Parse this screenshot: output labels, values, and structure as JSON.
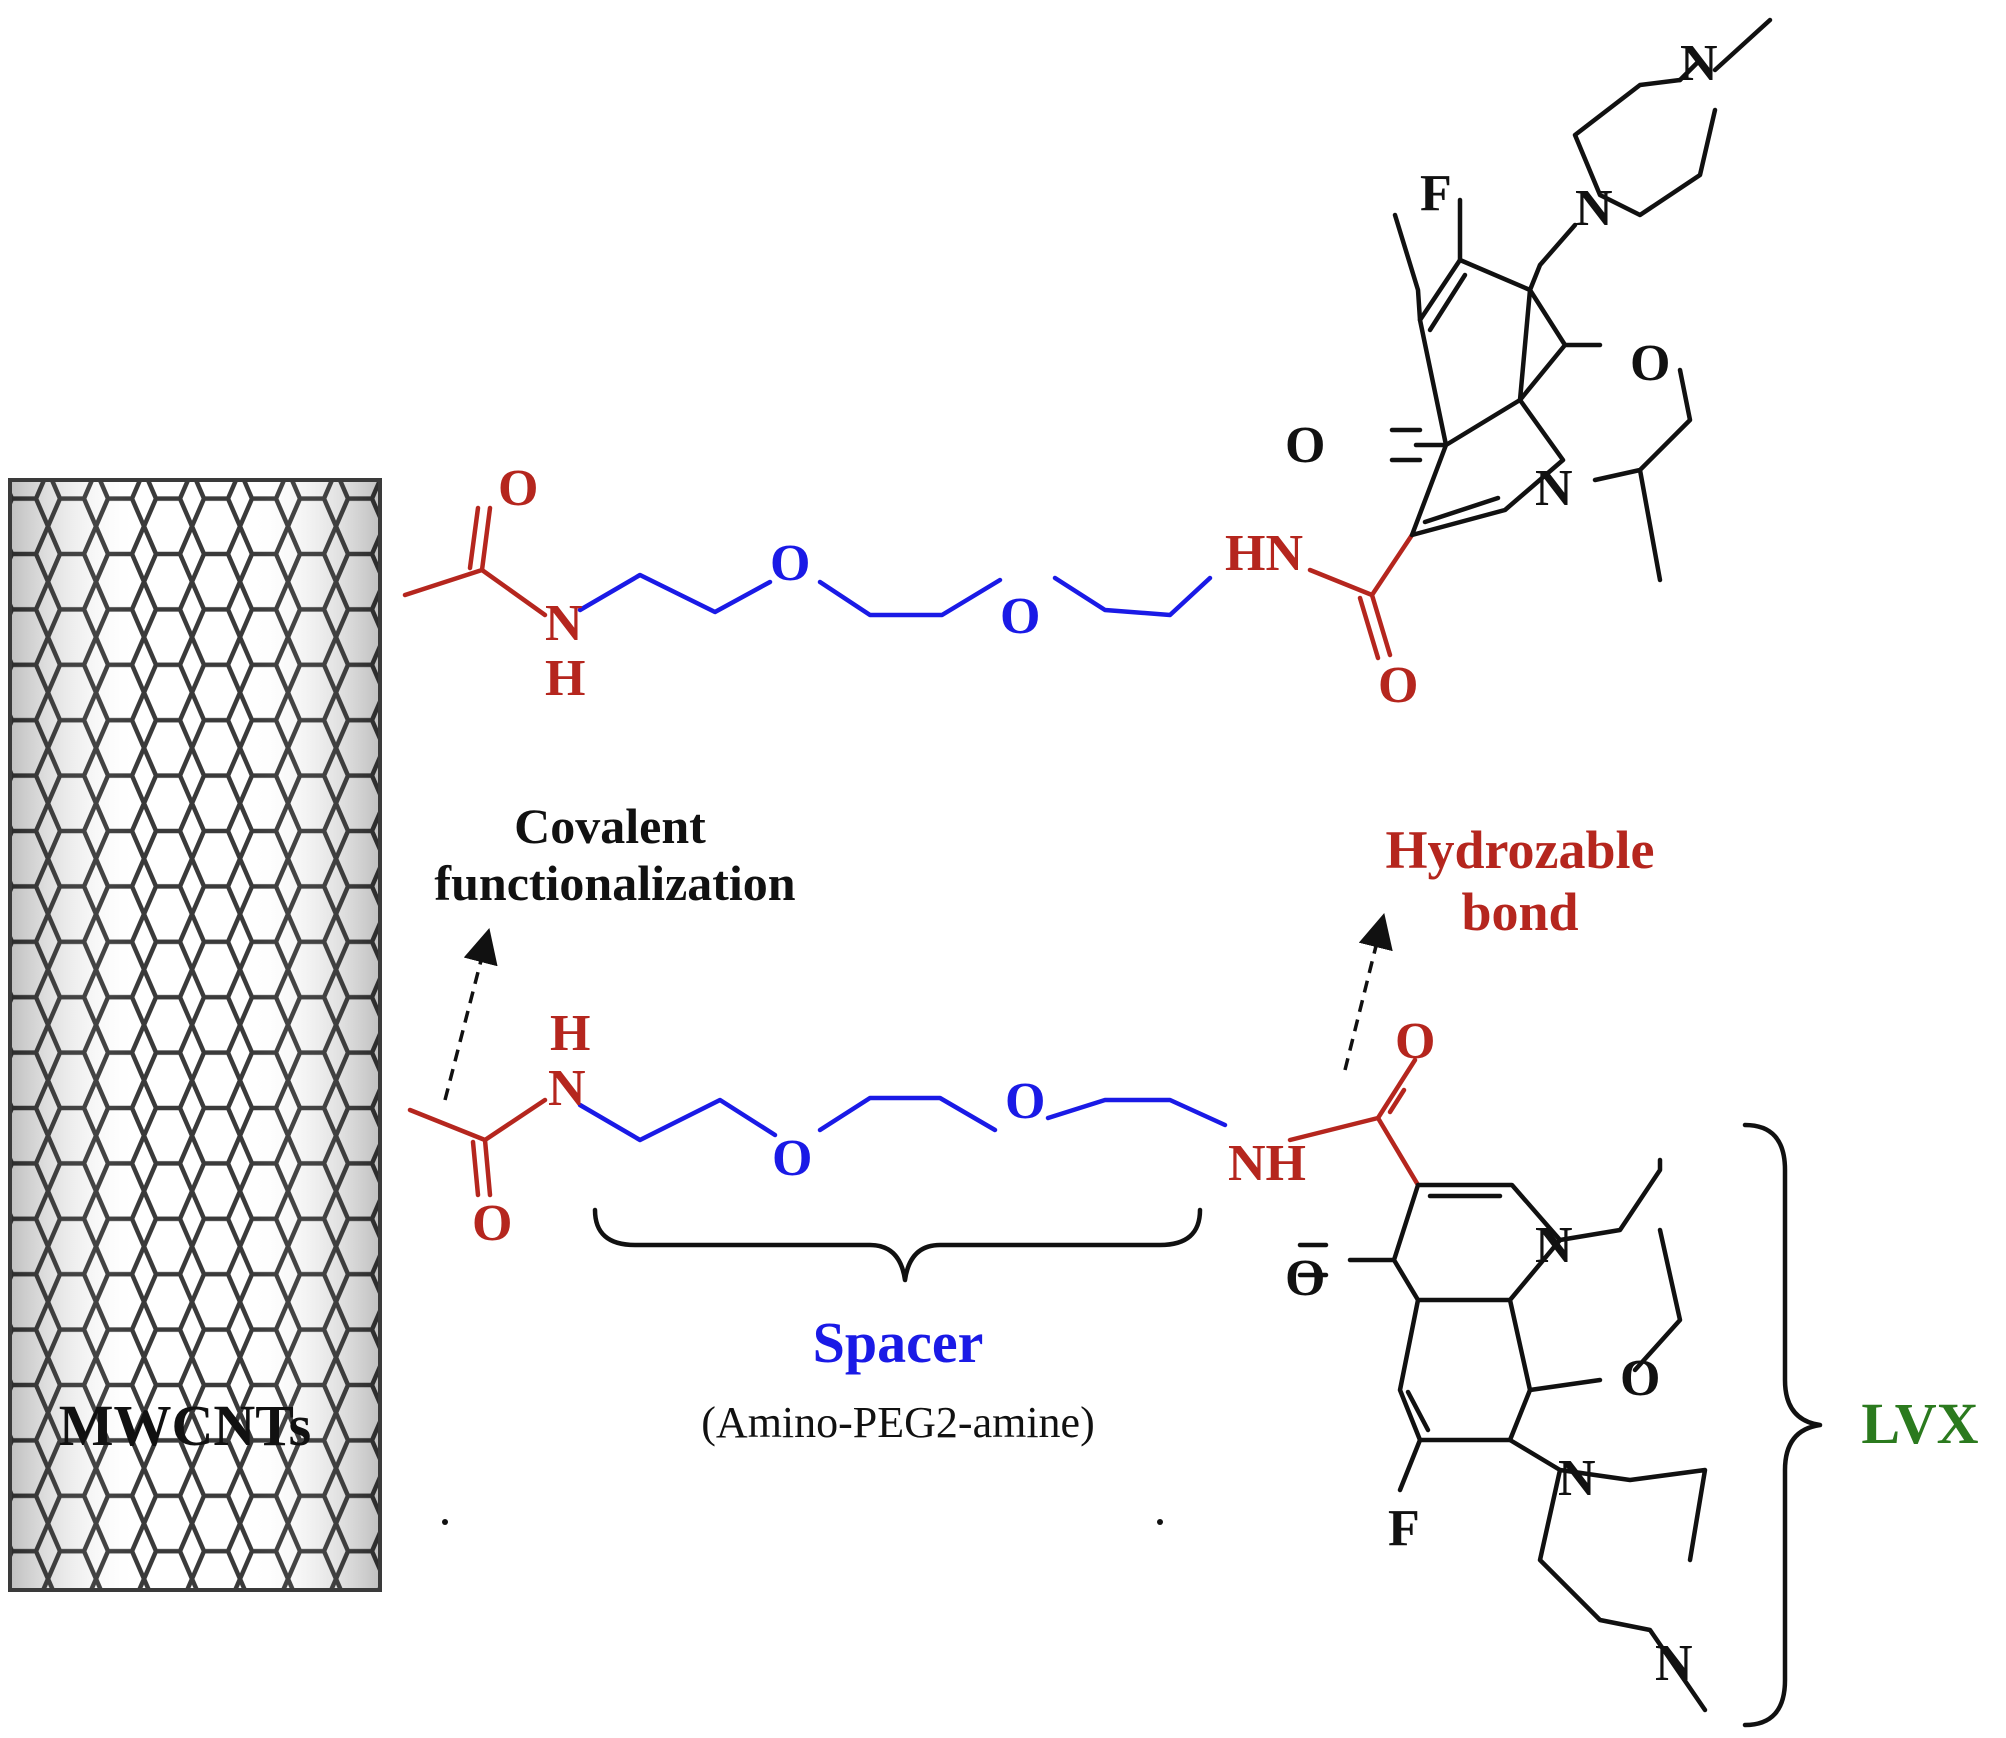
{
  "labels": {
    "mwcnts": "MWCNTs",
    "covalent_line1": "Covalent",
    "covalent_line2": "functionalization",
    "hydrozable_line1": "Hydrozable",
    "hydrozable_line2": "bond",
    "spacer": "Spacer",
    "spacer_sub": "(Amino-PEG2-amine)",
    "lvx": "LVX"
  },
  "atoms": {
    "oxygen": "O",
    "nitrogen": "N",
    "hydrogen": "H",
    "amine_hn": "HN",
    "amine_nh": "NH",
    "fluorine": "F"
  },
  "colors": {
    "red": "#b5261e",
    "blue": "#1a1ae6",
    "green": "#2b7a1e",
    "black": "#111111",
    "tube": "#3a3a3a"
  }
}
